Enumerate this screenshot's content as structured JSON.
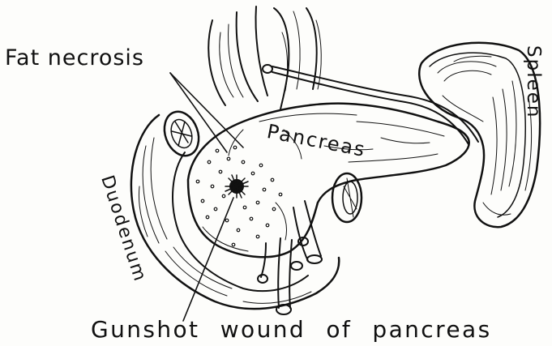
{
  "labels": {
    "fat_necrosis": "Fat necrosis",
    "pancreas": "Pancreas",
    "spleen": "Spleen",
    "duodenum": "Duodenum",
    "gunshot_wound": "Gunshot wound of pancreas"
  },
  "colors": {
    "ink": "#111111",
    "paper": "#fdfdfb"
  }
}
